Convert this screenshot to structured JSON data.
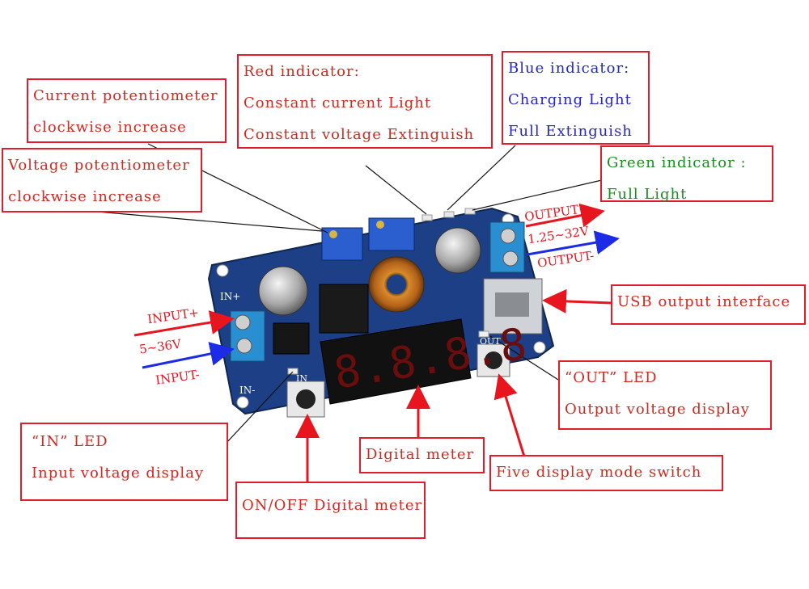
{
  "annotations": {
    "current_pot": [
      "Current potentiometer",
      "clockwise increase"
    ],
    "voltage_pot": [
      "Voltage potentiometer",
      "clockwise increase"
    ],
    "red_indicator": [
      "Red indicator:",
      "Constant current Light",
      "Constant voltage Extinguish"
    ],
    "blue_indicator": [
      "Blue indicator:",
      "Charging Light",
      "Full Extinguish"
    ],
    "green_indicator": [
      "Green indicator :",
      "Full Light"
    ],
    "usb_output": "USB output interface",
    "out_led": [
      "“OUT” LED",
      "Output voltage display"
    ],
    "in_led": [
      "“IN” LED",
      "Input voltage display"
    ],
    "digital_meter": "Digital meter",
    "mode_switch": "Five display mode switch",
    "onoff": "ON/OFF Digital meter"
  },
  "arrow_labels": {
    "input_plus": "INPUT+",
    "input_range": "5∼36V",
    "input_minus": "INPUT-",
    "output_plus": "OUTPUT+",
    "output_range": "1.25∼32V",
    "output_minus": "OUTPUT-"
  },
  "board": {
    "display_digits": "8.8.8.8",
    "label_in_plus": "IN+",
    "label_in_minus": "IN-",
    "label_in": "IN",
    "label_out": "OUT"
  },
  "colors": {
    "annotation_red": "#d2281f",
    "blue_text": "#2626c8",
    "green_text": "#16901c",
    "arrow_red": "#e8141e",
    "arrow_blue": "#1c2be6",
    "pcb_blue": "#1c3f86"
  }
}
